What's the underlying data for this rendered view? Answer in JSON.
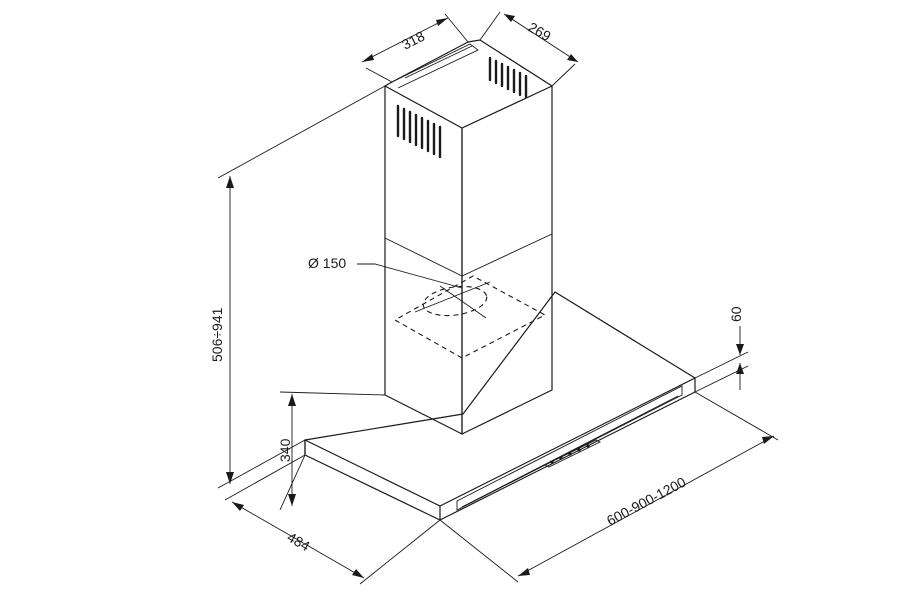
{
  "dimensions": {
    "chimney_width": "318",
    "chimney_depth": "269",
    "chimney_height": "506÷941",
    "duct_diameter": "Ø 150",
    "hood_height": "340",
    "canopy_thickness": "60",
    "hood_depth": "484",
    "hood_width": "600-900-1200"
  }
}
